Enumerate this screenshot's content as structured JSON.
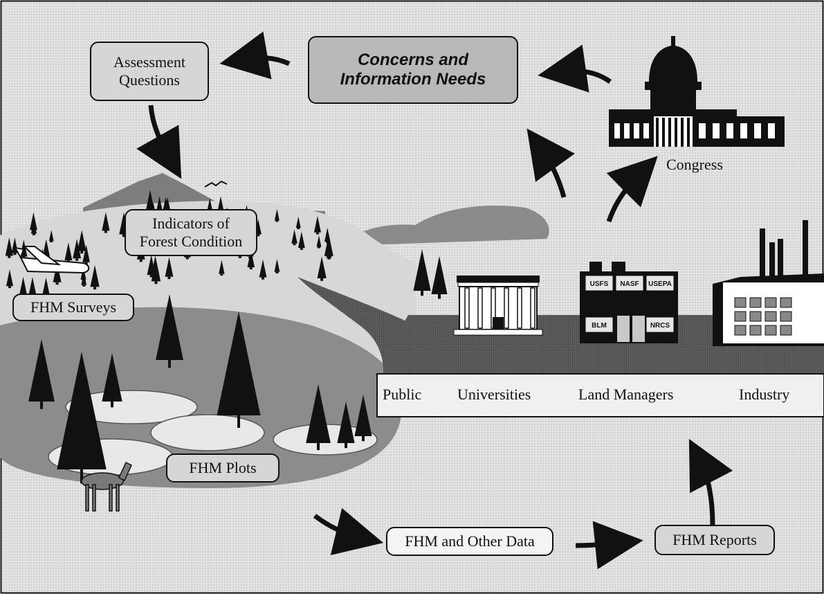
{
  "boxes": {
    "assessment_questions": [
      "Assessment",
      "Questions"
    ],
    "concerns": [
      "Concerns and",
      "Information Needs"
    ],
    "indicators": [
      "Indicators of",
      "Forest Condition"
    ],
    "fhm_surveys": "FHM Surveys",
    "fhm_plots": "FHM Plots",
    "fhm_other_data": "FHM and Other Data",
    "fhm_reports": "FHM Reports"
  },
  "labels": {
    "congress": "Congress"
  },
  "stakeholders": [
    "Public",
    "Universities",
    "Land Managers",
    "Industry"
  ],
  "agency_signs": [
    "USFS",
    "NASF",
    "USEPA",
    "BLM",
    "NRCS"
  ],
  "colors": {
    "ink": "#111111",
    "ground_dark": "#4a4a4a",
    "ground_mid": "#8f8f8f",
    "ground_light": "#d2d2d2",
    "sky": "#ffffff"
  }
}
